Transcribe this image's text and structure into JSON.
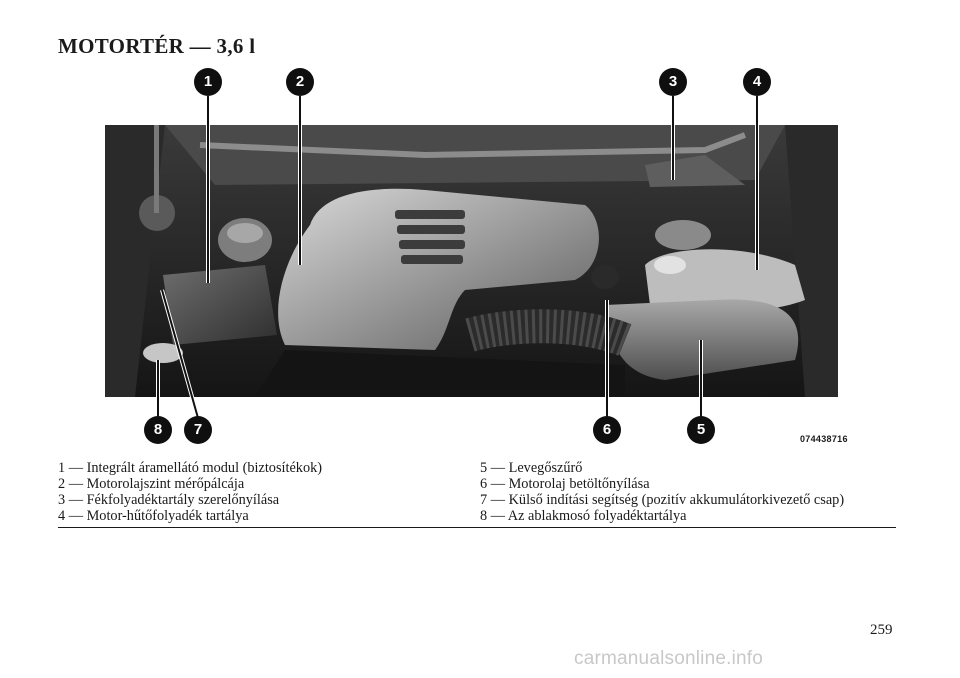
{
  "page": {
    "title": "MOTORTÉR — 3,6 l",
    "image_code": "074438716",
    "page_number": "259",
    "watermark": "carmanualsonline.info"
  },
  "callouts": [
    "1",
    "2",
    "3",
    "4",
    "5",
    "6",
    "7",
    "8"
  ],
  "legend": {
    "left": [
      "1 — Integrált áramellátó modul (biztosítékok)",
      "2 — Motorolajszint mérőpálcája",
      "3 — Fékfolyadéktartály szerelőnyílása",
      "4 — Motor-hűtőfolyadék tartálya"
    ],
    "right": [
      "5 — Levegőszűrő",
      "6 — Motorolaj betöltőnyílása",
      "7 — Külső indítási segítség (pozitív akkumulátorkivezető csap)",
      "8 — Az ablakmosó folyadéktartálya"
    ]
  }
}
